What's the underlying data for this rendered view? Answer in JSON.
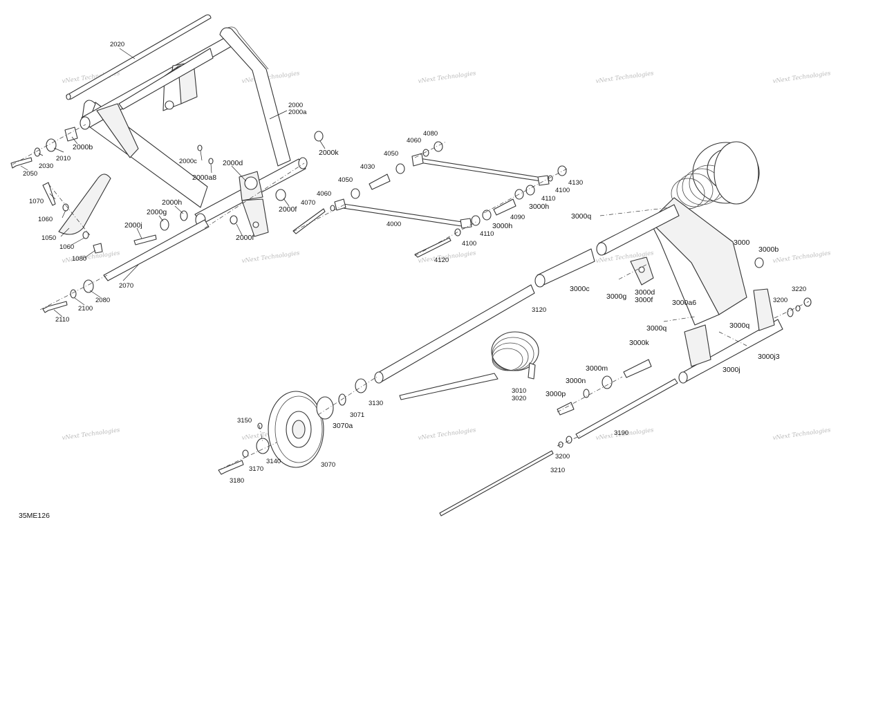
{
  "diagram_code": "35ME126",
  "watermark_text": "vNext Technologies",
  "labels": [
    {
      "id": "2020",
      "t": "2020"
    },
    {
      "id": "2000",
      "t": "2000"
    },
    {
      "id": "2000a",
      "t": "2000a"
    },
    {
      "id": "2000b",
      "t": "2000b"
    },
    {
      "id": "2030",
      "t": "2030"
    },
    {
      "id": "2010",
      "t": "2010"
    },
    {
      "id": "2050",
      "t": "2050"
    },
    {
      "id": "2000c",
      "t": "2000c"
    },
    {
      "id": "2000a8",
      "t": "2000a8"
    },
    {
      "id": "2000d",
      "t": "2000d"
    },
    {
      "id": "2000k",
      "t": "2000k"
    },
    {
      "id": "1070",
      "t": "1070"
    },
    {
      "id": "1060a",
      "t": "1060"
    },
    {
      "id": "1050",
      "t": "1050"
    },
    {
      "id": "1060b",
      "t": "1060"
    },
    {
      "id": "1080",
      "t": "1080"
    },
    {
      "id": "2000h",
      "t": "2000h"
    },
    {
      "id": "2000g",
      "t": "2000g"
    },
    {
      "id": "2000j",
      "t": "2000j"
    },
    {
      "id": "2000f_a",
      "t": "2000f"
    },
    {
      "id": "2000f_b",
      "t": "2000f"
    },
    {
      "id": "2070",
      "t": "2070"
    },
    {
      "id": "2080",
      "t": "2080"
    },
    {
      "id": "2100",
      "t": "2100"
    },
    {
      "id": "2110",
      "t": "2110"
    },
    {
      "id": "4080",
      "t": "4080"
    },
    {
      "id": "4060a",
      "t": "4060"
    },
    {
      "id": "4050a",
      "t": "4050"
    },
    {
      "id": "4030",
      "t": "4030"
    },
    {
      "id": "4050b",
      "t": "4050"
    },
    {
      "id": "4060b",
      "t": "4060"
    },
    {
      "id": "4070",
      "t": "4070"
    },
    {
      "id": "4000",
      "t": "4000"
    },
    {
      "id": "4100a",
      "t": "4100"
    },
    {
      "id": "4130",
      "t": "4130"
    },
    {
      "id": "4110a",
      "t": "4110"
    },
    {
      "id": "3000h_a",
      "t": "3000h"
    },
    {
      "id": "4090",
      "t": "4090"
    },
    {
      "id": "3000h_b",
      "t": "3000h"
    },
    {
      "id": "4110b",
      "t": "4110"
    },
    {
      "id": "4100b",
      "t": "4100"
    },
    {
      "id": "4120",
      "t": "4120"
    },
    {
      "id": "3000q_a",
      "t": "3000q"
    },
    {
      "id": "3000",
      "t": "3000"
    },
    {
      "id": "3000b",
      "t": "3000b"
    },
    {
      "id": "3000c",
      "t": "3000c"
    },
    {
      "id": "3000g",
      "t": "3000g"
    },
    {
      "id": "3000d",
      "t": "3000d"
    },
    {
      "id": "3000f",
      "t": "3000f"
    },
    {
      "id": "3220",
      "t": "3220"
    },
    {
      "id": "3000a6",
      "t": "3000a6"
    },
    {
      "id": "3200a",
      "t": "3200"
    },
    {
      "id": "3000q_b",
      "t": "3000q"
    },
    {
      "id": "3000q_c",
      "t": "3000q"
    },
    {
      "id": "3000k",
      "t": "3000k"
    },
    {
      "id": "3000j3",
      "t": "3000j3"
    },
    {
      "id": "3000j",
      "t": "3000j"
    },
    {
      "id": "3120",
      "t": "3120"
    },
    {
      "id": "3000m",
      "t": "3000m"
    },
    {
      "id": "3000n",
      "t": "3000n"
    },
    {
      "id": "3000p",
      "t": "3000p"
    },
    {
      "id": "3010",
      "t": "3010"
    },
    {
      "id": "3020",
      "t": "3020"
    },
    {
      "id": "3130",
      "t": "3130"
    },
    {
      "id": "3071",
      "t": "3071"
    },
    {
      "id": "3070a",
      "t": "3070a"
    },
    {
      "id": "3150",
      "t": "3150"
    },
    {
      "id": "3190",
      "t": "3190"
    },
    {
      "id": "3200b",
      "t": "3200"
    },
    {
      "id": "3140",
      "t": "3140"
    },
    {
      "id": "3170",
      "t": "3170"
    },
    {
      "id": "3070",
      "t": "3070"
    },
    {
      "id": "3180",
      "t": "3180"
    },
    {
      "id": "3210",
      "t": "3210"
    }
  ]
}
